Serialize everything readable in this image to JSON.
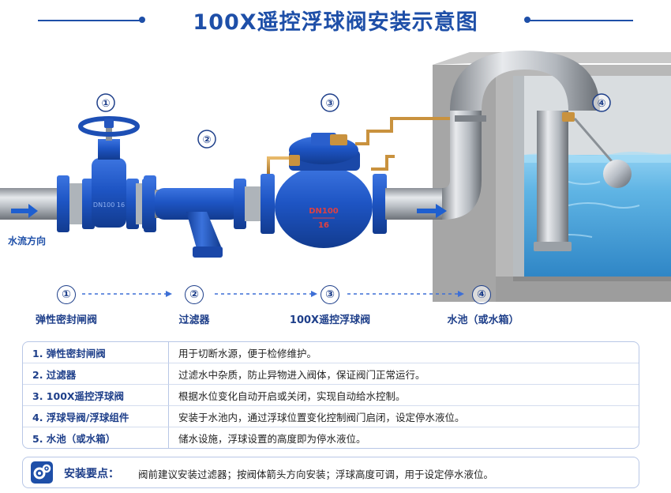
{
  "title": "100X遥控浮球阀安装示意图",
  "flow_direction_label": "水流方向",
  "valve_markings": {
    "gate_valve": "DN100 16",
    "control_valve_dn": "DN100",
    "control_valve_pn": "16"
  },
  "diagram_numbers": [
    "①",
    "②",
    "③",
    "④"
  ],
  "steps": [
    {
      "num": "①",
      "label": "弹性密封闸阀"
    },
    {
      "num": "②",
      "label": "过滤器"
    },
    {
      "num": "③",
      "label": "100X遥控浮球阀"
    },
    {
      "num": "④",
      "label": "水池（或水箱）"
    }
  ],
  "components": [
    {
      "name": "1. 弹性密封闸阀",
      "desc": "用于切断水源，便于检修维护。"
    },
    {
      "name": "2. 过滤器",
      "desc": "过滤水中杂质，防止异物进入阀体，保证阀门正常运行。"
    },
    {
      "name": "3. 100X遥控浮球阀",
      "desc": "根据水位变化自动开启或关闭，实现自动给水控制。"
    },
    {
      "name": "4. 浮球导阀/浮球组件",
      "desc": "安装于水池内，通过浮球位置变化控制阀门启闭，设定停水液位。"
    },
    {
      "name": "5. 水池（或水箱）",
      "desc": "储水设施，浮球设置的高度即为停水液位。"
    }
  ],
  "note": {
    "label": "安装要点：",
    "text": "阀前建议安装过滤器；按阀体箭头方向安装；浮球高度可调，用于设定停水液位。",
    "icon": "gear-icon"
  },
  "colors": {
    "accent": "#1e4fa8",
    "valve_blue": "#1d4fb5",
    "water": "#4aa6dc",
    "concrete": "#a8a8a8"
  }
}
